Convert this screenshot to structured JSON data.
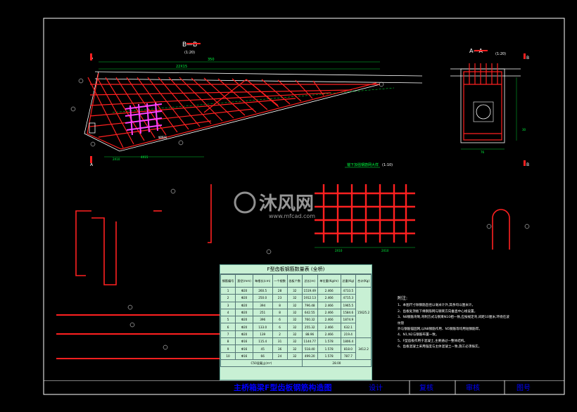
{
  "labels": {
    "section_bb": "B—B",
    "scale_bb": "(1:20)",
    "section_aa": "A—A",
    "scale_aa": "(1:20)",
    "mark_a": "A",
    "mark_b": "B",
    "detail_title": "锚下加强钢筋网大样",
    "detail_scale": "(1:10)",
    "watermark": "沐风网",
    "watermark_url": "www.mfcad.com",
    "rebar_mesh_label": "钢筋网",
    "dim_350": "350",
    "dim_22x15": "22X15",
    "dim_2x10": "2X10",
    "dim_a": "2X10",
    "dim_b": "4X15",
    "dim_c": "2X10",
    "dim_d": "2X10",
    "dim_76": "76",
    "dim_30": "30"
  },
  "table": {
    "title": "F型齿板钢筋数量表 (全桥)",
    "headers": [
      "钢筋编号",
      "直径(mm)",
      "每根长(cm)",
      "一个根数",
      "齿板个数",
      "总长(m)",
      "单位重(Kg/m)",
      "总重(Kg)",
      "合计(Kg)"
    ],
    "rows": [
      [
        "1",
        "Φ20",
        "260.5",
        "28",
        "32",
        "1519.49",
        "2.466",
        "4733.5"
      ],
      [
        "2",
        "Φ20",
        "250.0",
        "23",
        "32",
        "1912.13",
        "2.466",
        "4715.3"
      ],
      [
        "3",
        "Φ20",
        "394",
        "8",
        "32",
        "796.48",
        "2.466",
        "1965.5"
      ],
      [
        "4",
        "Φ20",
        "251",
        "8",
        "32",
        "642.55",
        "2.466",
        "1584.6"
      ],
      [
        "5",
        "Φ20",
        "396",
        "6",
        "32",
        "760.32",
        "2.466",
        "1874.9"
      ],
      [
        "6",
        "Φ20",
        "133.0",
        "6",
        "32",
        "255.32",
        "2.466",
        "632.1"
      ],
      [
        "7",
        "Φ20",
        "139",
        "2",
        "32",
        "88.96",
        "2.466",
        "219.4"
      ],
      [
        "8",
        "Φ16",
        "115.4",
        "31",
        "32",
        "1144.77",
        "1.578",
        "1806.4"
      ],
      [
        "9",
        "Φ16",
        "45",
        "36",
        "32",
        "518.40",
        "1.578",
        "818.0"
      ],
      [
        "10",
        "Φ16",
        "66",
        "24",
        "32",
        "499.20",
        "1.578",
        "787.7"
      ]
    ],
    "subtotal_1": "15625.2",
    "subtotal_2": "3412.2",
    "concrete_label": "C50混凝土(m³)",
    "concrete_value": "28.00"
  },
  "notes": {
    "heading": "附注:",
    "items": [
      "1、本图尺寸除钢筋直径以毫米计外,其余均以厘米计。",
      "2、齿板处顶板下缘钢筋网与钢束方向垂直中心线设置。",
      "3、N8钢筋弯制,弯制方式与钢束N10相一致,应按规定弯,间距10厘米,环绕在波纹管",
      "   外与钢筋锚固网,以N8钢筋作用、N5钢筋等均用短钢筋焊。",
      "4、N1,N2与钢筋布置一致。",
      "5、F型齿板作用于混凝土,主要通过一整体结构。",
      "6、齿板混凝土采用强度与主体混凝土一致,施工必须振实。"
    ]
  },
  "titleblock": {
    "drawing_title": "主桥箱梁F型齿板钢筋构造图",
    "design": "设计",
    "review": "复核",
    "approve": "审核",
    "drawing_no": "图号"
  },
  "colors": {
    "rebar": "#ff2020",
    "outline": "#ffffff",
    "dim": "#00ff40",
    "highlight": "#ff40ff",
    "titlebar_text": "#0000ff"
  }
}
